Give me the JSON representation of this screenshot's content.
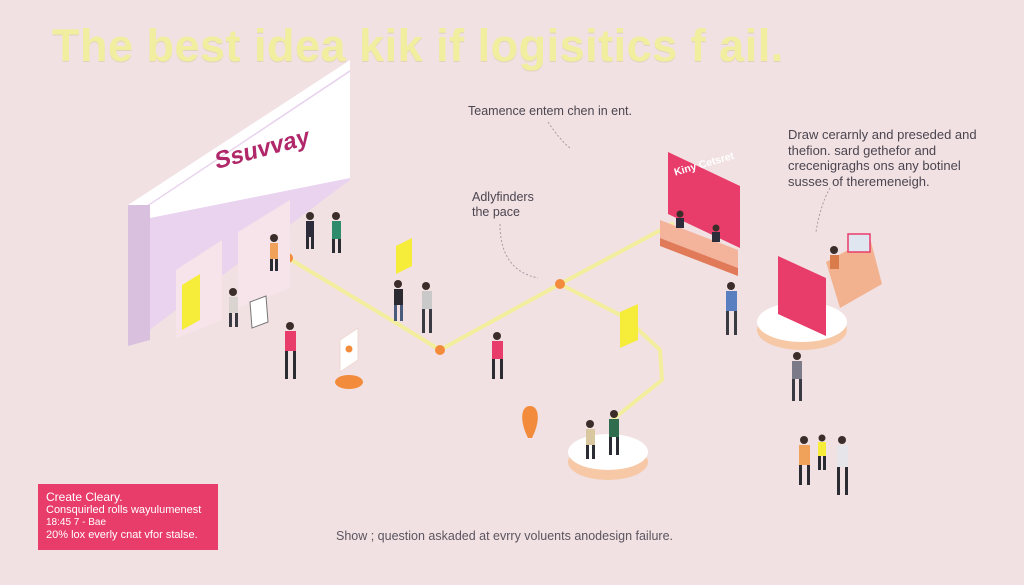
{
  "headline": "The best idea kik if logisitics  f ail.",
  "store_sign": "Ssuvvay",
  "kiosk_sign": "Kiny Cetsret",
  "annotations": {
    "top_center": "Teamence entem chen in ent.",
    "middle": "Adlyfinders the pace",
    "right": "Draw cerarnly and preseded and thefion. sard gethefor and crecenigraghs ons any botinel susses of theremeneigh.",
    "bottom": "Show ; question askaded at evrry voluents anodesign failure."
  },
  "info_card": {
    "title": "Create Cleary.",
    "line1": "Consquirled rolls wayulumenest",
    "line2": "18:45 7 - Bae",
    "line3": "20% lox everly cnat vfor stalse."
  },
  "colors": {
    "background": "#f2e1e2",
    "headline": "#f2eea0",
    "accent_pink": "#e83c6b",
    "accent_orange": "#f28c3c",
    "path_yellow": "#f3ee9e",
    "sign_yellow": "#f6ec3a"
  }
}
